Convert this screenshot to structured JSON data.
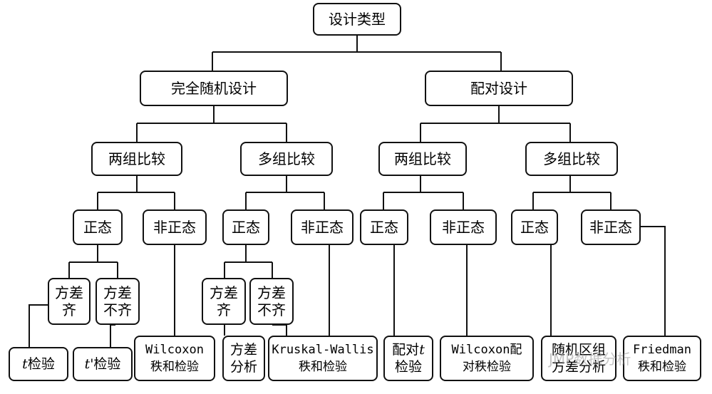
{
  "root": "设计类型",
  "level1": {
    "completely_random": "完全随机设计",
    "paired": "配对设计"
  },
  "level2": {
    "cr_two": "两组比较",
    "cr_multi": "多组比较",
    "p_two": "两组比较",
    "p_multi": "多组比较"
  },
  "level3": {
    "cr_two_normal": "正态",
    "cr_two_nonnormal": "非正态",
    "cr_multi_normal": "正态",
    "cr_multi_nonnormal": "非正态",
    "p_two_normal": "正态",
    "p_two_nonnormal": "非正态",
    "p_multi_normal": "正态",
    "p_multi_nonnormal": "非正态"
  },
  "level4": {
    "cr_two_equal": "方差\n齐",
    "cr_two_unequal": "方差\n不齐",
    "cr_multi_equal": "方差\n齐",
    "cr_multi_unequal": "方差\n不齐"
  },
  "leaves": {
    "t_test_prefix": "t",
    "t_test_suffix": "检验",
    "t_prime_prefix": "t'",
    "t_prime_suffix": " 检验",
    "wilcoxon_rank_sum": "Wilcoxon\n秩和检验",
    "anova": "方差\n分析",
    "kruskal_wallis": "Kruskal-Wallis\n秩和检验",
    "paired_t_prefix": "配对",
    "paired_t_var": "t",
    "paired_t_suffix": "检验",
    "wilcoxon_signed_rank": "Wilcoxon配\n对秩检验",
    "randomized_block_anova": "随机区组\n方差分析",
    "friedman": "Friedman\n秩和检验"
  },
  "watermark": "JMP数据分析"
}
